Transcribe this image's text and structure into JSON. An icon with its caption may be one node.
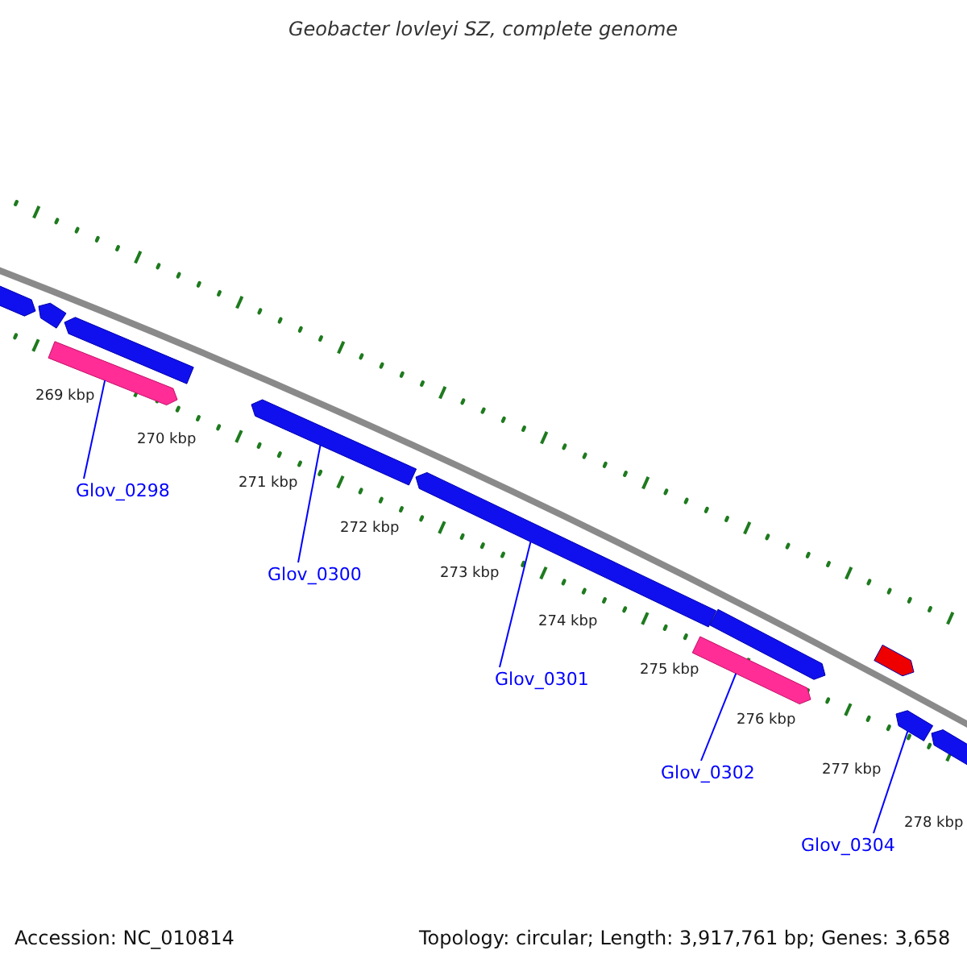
{
  "diagram": {
    "title": "Geobacter lovleyi SZ, complete genome",
    "nodes": [
      {
        "text": [
          "Glov_0298"
        ]
      },
      {
        "text": [
          "Glov_0300"
        ]
      },
      {
        "text": [
          "Glov_0301"
        ]
      },
      {
        "text": [
          "Glov_0302"
        ]
      },
      {
        "text": [
          "Glov_0304"
        ]
      },
      {
        "text": [],
        "shape": "bar"
      },
      {
        "text": [],
        "shape": "bar"
      },
      {
        "text": [],
        "shape": "bar"
      },
      {
        "text": [],
        "shape": "bar"
      },
      {
        "text": [],
        "shape": "bar"
      }
    ],
    "edges": [
      {
        "from": 0,
        "to": 5,
        "arrow": "none"
      },
      {
        "from": 1,
        "to": 6,
        "arrow": "none"
      },
      {
        "from": 2,
        "to": 7,
        "arrow": "none"
      },
      {
        "from": 3,
        "to": 8,
        "arrow": "none"
      },
      {
        "from": 4,
        "to": 9,
        "arrow": "none"
      }
    ],
    "labels": [
      "269 kbp",
      "270 kbp",
      "271 kbp",
      "272 kbp",
      "273 kbp",
      "274 kbp",
      "275 kbp",
      "276 kbp",
      "277 kbp",
      "278 kbp",
      "Accession: NC_010814",
      "Topology: circular; Length: 3,917,761 bp; Genes: 3,658"
    ]
  }
}
